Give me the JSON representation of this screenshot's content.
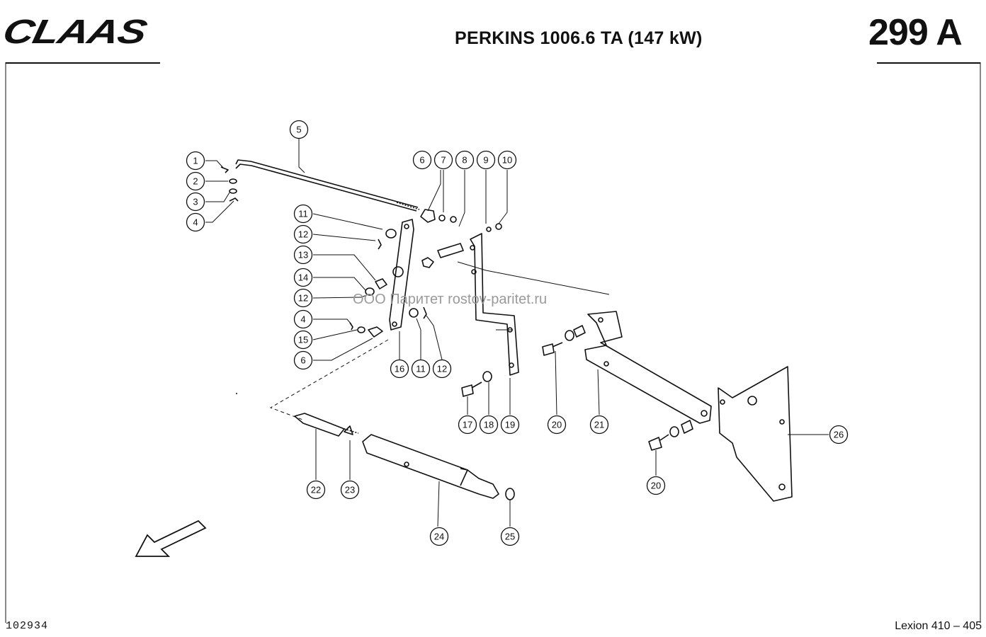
{
  "header": {
    "brand": "CLAAS",
    "title": "PERKINS  1006.6 TA (147 kW)",
    "page_number": "299 A"
  },
  "footer": {
    "doc_id": "102934",
    "model": "Lexion 410 – 405"
  },
  "watermark": "ООО Паритет   rostov-paritet.ru",
  "callouts": [
    "1",
    "2",
    "3",
    "4",
    "5",
    "6",
    "7",
    "8",
    "9",
    "10",
    "11",
    "12",
    "13",
    "14",
    "12",
    "4",
    "15",
    "6",
    "16",
    "11",
    "12",
    "17",
    "18",
    "19",
    "20",
    "21",
    "20",
    "22",
    "23",
    "24",
    "25",
    "26"
  ]
}
